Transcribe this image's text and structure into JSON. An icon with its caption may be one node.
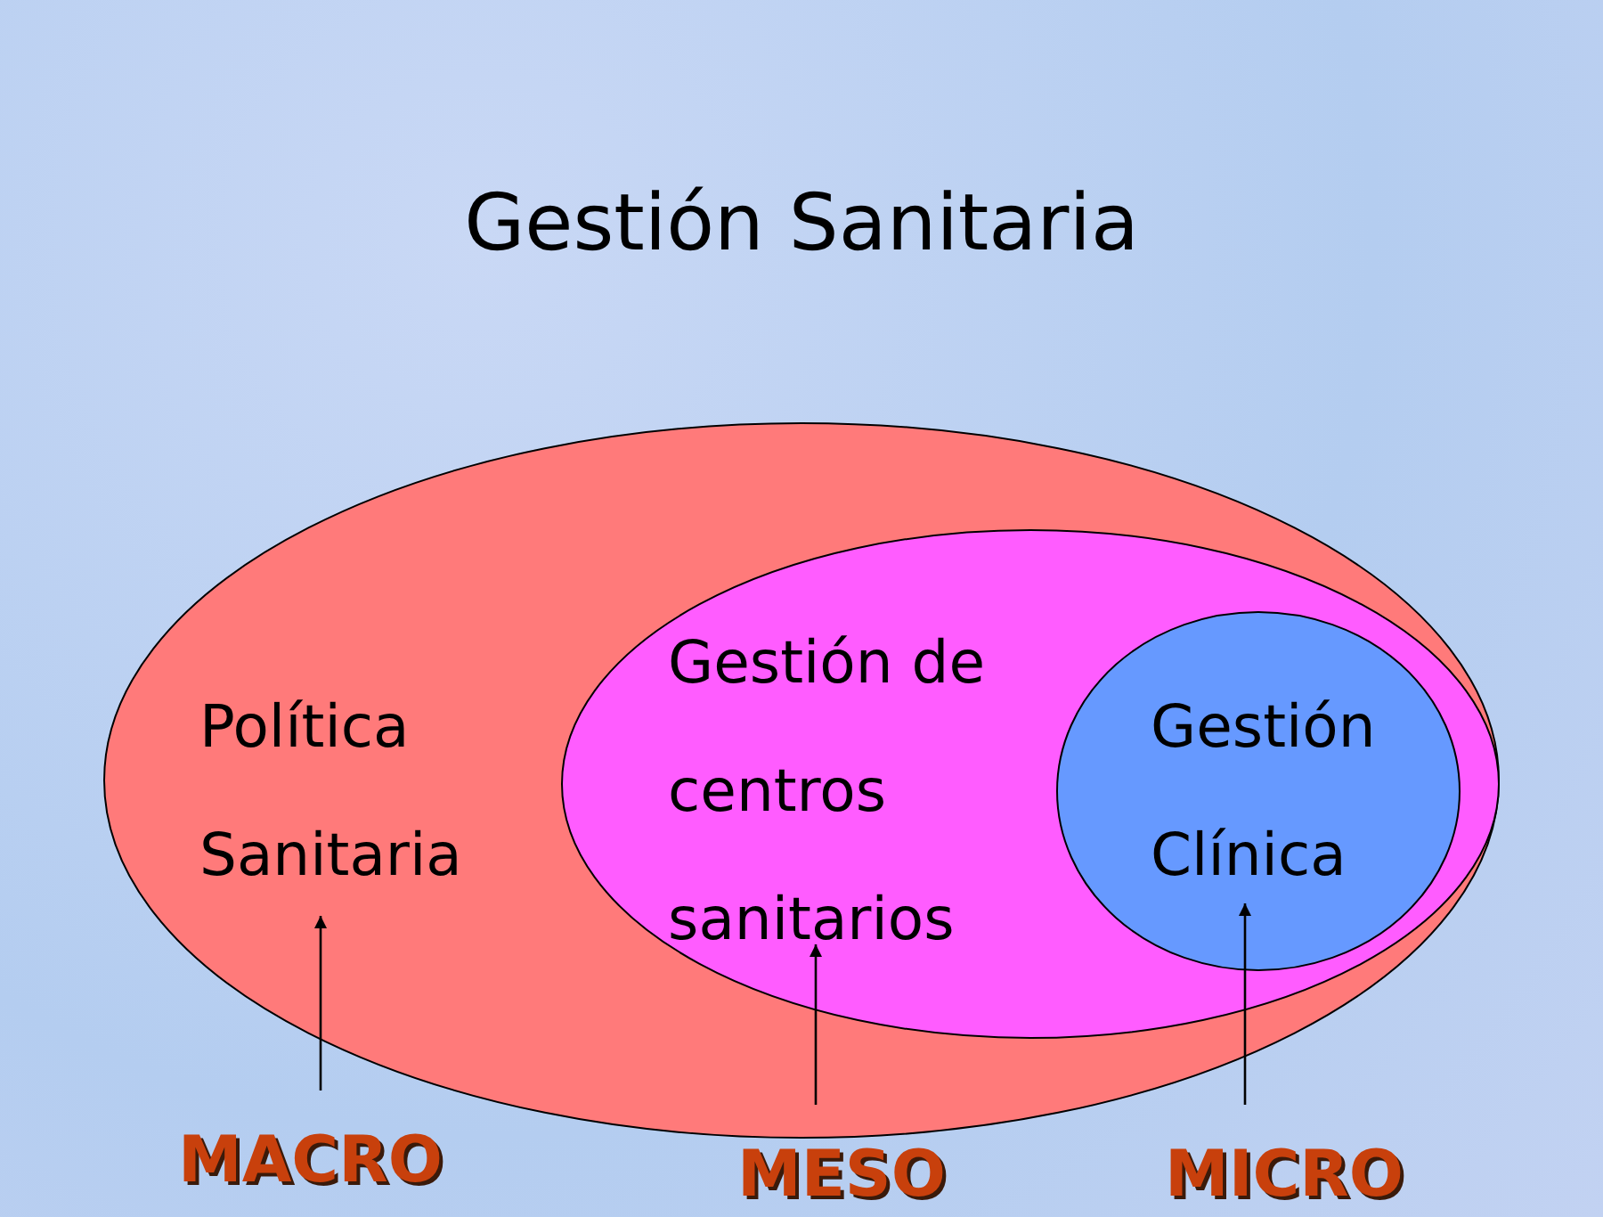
{
  "diagram": {
    "title": "Gestión Sanitaria",
    "nodes": [
      {
        "text": [
          "Política Sanitaria"
        ]
      },
      {
        "text": [
          "Gestión de centros sanitarios"
        ],
        "in": 0
      },
      {
        "text": [
          "Gestión Clínica"
        ],
        "in": 1
      },
      {
        "text": [
          "MACRO"
        ]
      },
      {
        "text": [
          "MESO"
        ]
      },
      {
        "text": [
          "MICRO"
        ]
      }
    ],
    "edges": [
      {
        "from": 3,
        "to": 0,
        "arrow": "to"
      },
      {
        "from": 4,
        "to": 1,
        "arrow": "to"
      },
      {
        "from": 5,
        "to": 2,
        "arrow": "to"
      }
    ]
  }
}
